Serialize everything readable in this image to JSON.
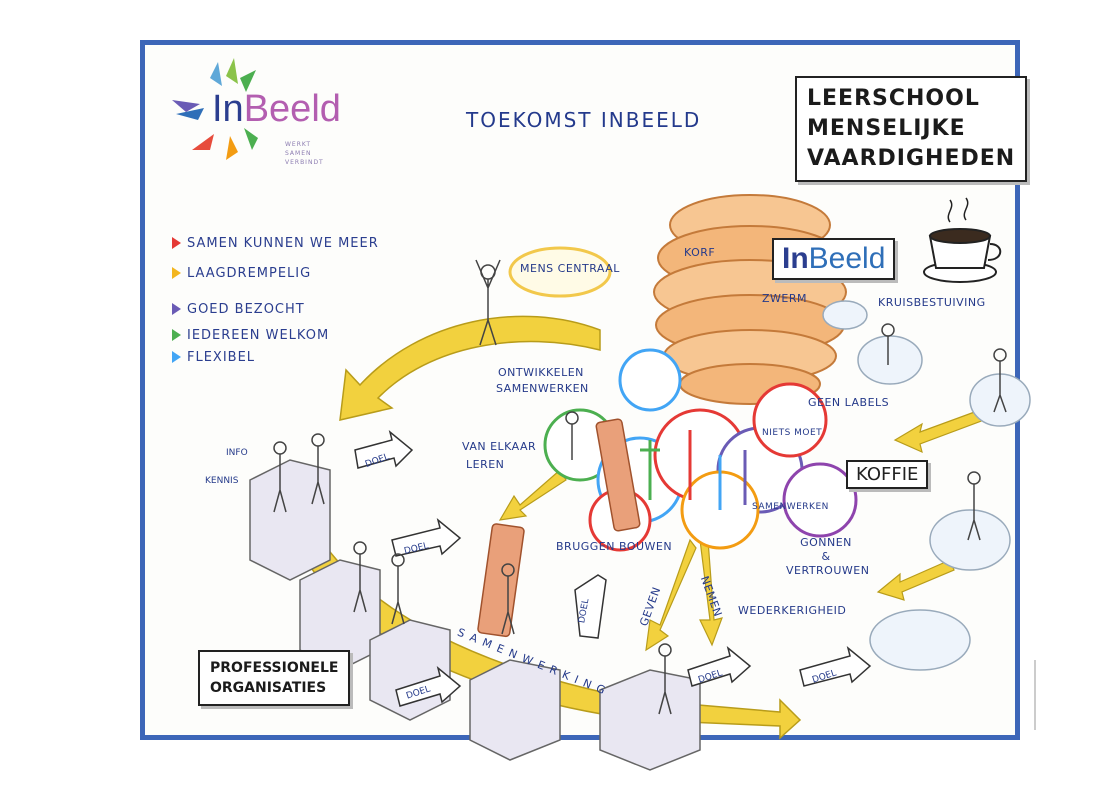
{
  "logo": {
    "in": "In",
    "beeld": "Beeld",
    "sub": [
      "WERKT",
      "SAMEN",
      "VERBINDT"
    ]
  },
  "title": "TOEKOMST INBEELD",
  "corner_box": [
    "LEERSCHOOL",
    "MENSELIJKE",
    "VAARDIGHEDEN"
  ],
  "values": [
    {
      "label": "SAMEN KUNNEN WE MEER",
      "color": "#e53935"
    },
    {
      "label": "LAAGDREMPELIG",
      "color": "#f3b61f"
    },
    {
      "label": "GOED BEZOCHT",
      "color": "#6a5bb5"
    },
    {
      "label": "IEDEREEN WELKOM",
      "color": "#4caf50"
    },
    {
      "label": "FLEXIBEL",
      "color": "#42a5f5"
    }
  ],
  "hive_sign": {
    "in": "In",
    "beeld": "Beeld"
  },
  "labels": {
    "korf": "KORF",
    "zwerm": "ZWERM",
    "mens_centraal": "MENS CENTRAAL",
    "kruisbestuiving": "KRUISBESTUIVING",
    "ontwikkelen": "ONTWIKKELEN",
    "samenwerken": "SAMENWERKEN",
    "van_elkaar": "VAN ELKAAR",
    "leren": "LEREN",
    "geen_labels": "GEEN LABELS",
    "niets_moet": "NIETS MOET",
    "koffie": "KOFFIE",
    "samenwerken2": "SAMENWERKEN",
    "info": "INFO",
    "kennis": "KENNIS",
    "bruggen_bouwen": "BRUGGEN BOUWEN",
    "gonnen": "GONNEN",
    "amp": "&",
    "vertrouwen": "VERTROUWEN",
    "geven": "GEVEN",
    "nemen": "NEMEN",
    "wederkerigheid": "WEDERKERIGHEID",
    "samenwerking": "SAMENWERKING",
    "doel": "DOEL"
  },
  "org_box": [
    "PROFESSIONELE",
    "ORGANISATIES"
  ],
  "colors": {
    "frame": "#3d66b8",
    "arrow": "#f2d13e",
    "hive": "#f2a662",
    "ink": "#243a8c"
  }
}
